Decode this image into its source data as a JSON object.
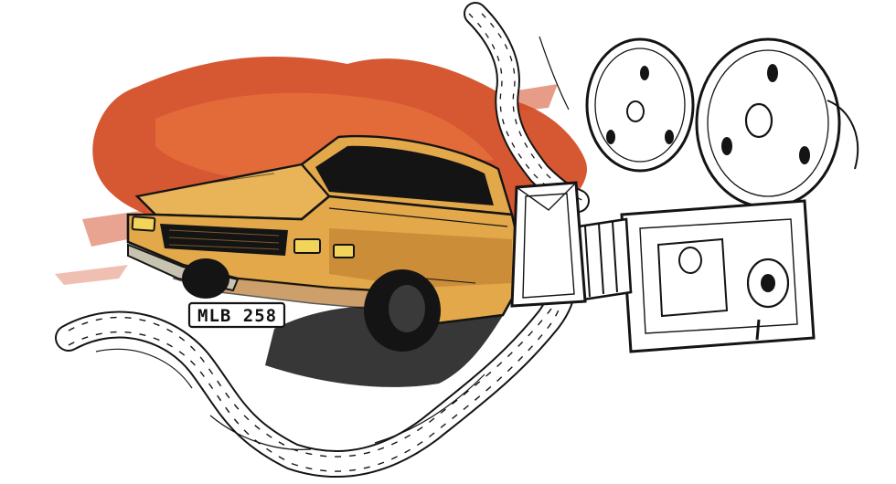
{
  "illustration": {
    "license_plate": "MLB 258",
    "colors": {
      "splash": "#d24a22",
      "splash_light": "#e9743d",
      "car_body": "#e2a84a",
      "car_shade": "#b9772c",
      "ink": "#141414",
      "headlight": "#f2d45a"
    },
    "icons": [
      "paint-splash",
      "car",
      "film-strip",
      "movie-camera"
    ]
  }
}
